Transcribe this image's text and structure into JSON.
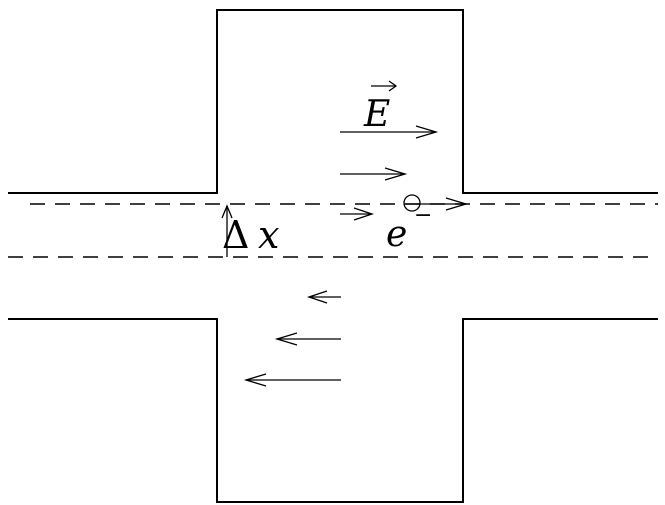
{
  "labels": {
    "field_symbol": "E",
    "displacement_delta": "Δ",
    "displacement_var": "x",
    "electron_symbol": "e",
    "electron_charge": "−"
  },
  "colors": {
    "ink": "#000000",
    "background": "#ffffff"
  }
}
